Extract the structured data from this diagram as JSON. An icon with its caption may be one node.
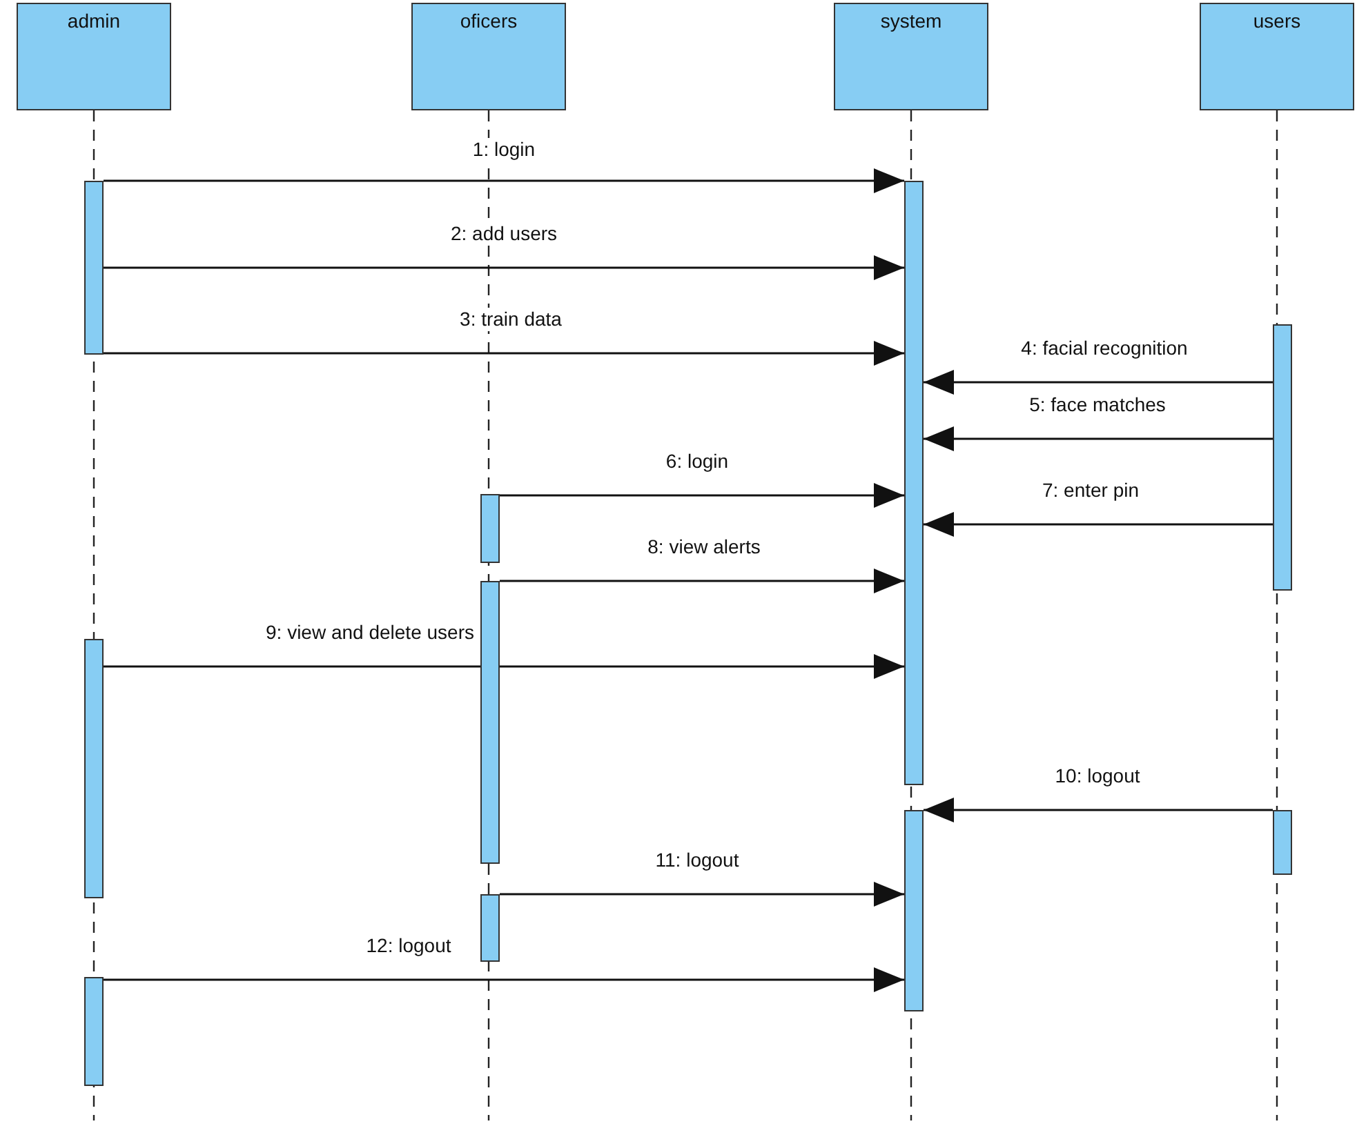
{
  "diagram": {
    "nodes": [
      {
        "text": [
          "admin"
        ]
      },
      {
        "text": [
          "oficers"
        ]
      },
      {
        "text": [
          "system"
        ]
      },
      {
        "text": [
          "users"
        ]
      },
      {
        "text": [],
        "shape": "bar"
      },
      {
        "text": [],
        "shape": "bar"
      },
      {
        "text": [],
        "shape": "bar"
      },
      {
        "text": [],
        "shape": "bar"
      },
      {
        "text": [],
        "shape": "bar"
      },
      {
        "text": [],
        "shape": "bar"
      },
      {
        "text": [],
        "shape": "bar"
      },
      {
        "text": [],
        "shape": "bar"
      },
      {
        "text": [],
        "shape": "bar"
      },
      {
        "text": [],
        "shape": "bar"
      }
    ],
    "edges": [
      {
        "from": 4,
        "to": 5,
        "arrow": "to",
        "label": "1: login"
      },
      {
        "from": 4,
        "to": 5,
        "arrow": "to",
        "label": "2: add users"
      },
      {
        "from": 4,
        "to": 5,
        "arrow": "to",
        "label": "3: train data"
      },
      {
        "from": 6,
        "to": 5,
        "arrow": "to",
        "label": "4: facial recognition"
      },
      {
        "from": 6,
        "to": 5,
        "arrow": "to",
        "label": "5: face matches"
      },
      {
        "from": 7,
        "to": 5,
        "arrow": "to",
        "label": "6: login"
      },
      {
        "from": 6,
        "to": 5,
        "arrow": "to",
        "label": "7: enter pin"
      },
      {
        "from": 8,
        "to": 5,
        "arrow": "to",
        "label": "8: view alerts"
      },
      {
        "from": 9,
        "to": 5,
        "arrow": "to",
        "label": "9: view and delete users"
      },
      {
        "from": 11,
        "to": 10,
        "arrow": "to",
        "label": "10: logout"
      },
      {
        "from": 12,
        "to": 10,
        "arrow": "to",
        "label": "11: logout"
      },
      {
        "from": 13,
        "to": 10,
        "arrow": "to",
        "label": "12: logout"
      }
    ]
  }
}
